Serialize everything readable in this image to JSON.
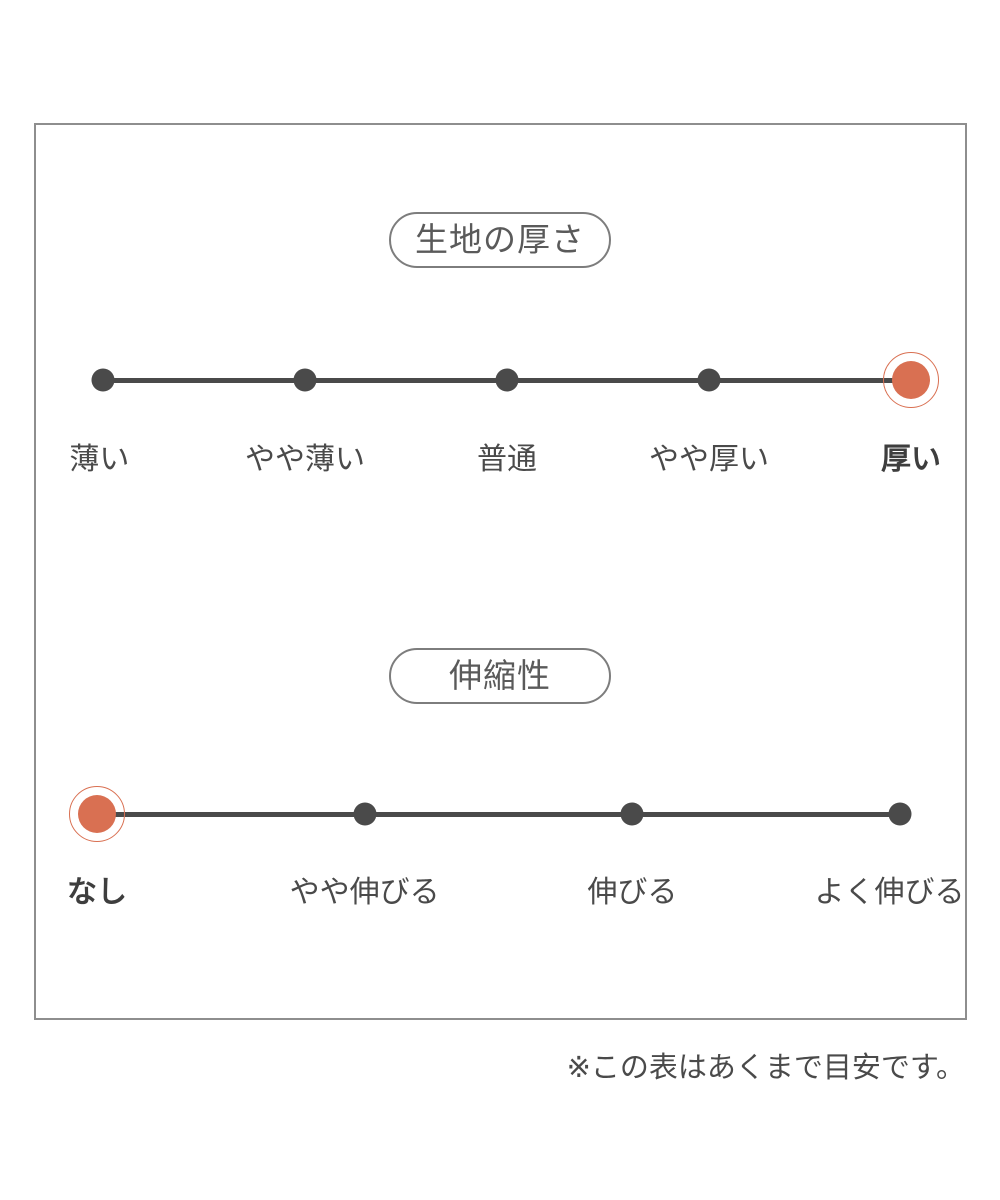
{
  "colors": {
    "accent": "#d97052",
    "dot": "#4a4a4a",
    "text": "#4a4a4a",
    "title_text": "#5a5a5a",
    "pill_border": "#7d7d7d",
    "frame_border": "#8e8e8e",
    "background": "#ffffff"
  },
  "footnote": "※この表はあくまで目安です。",
  "chart_data": [
    {
      "type": "scale",
      "title": "生地の厚さ",
      "categories": [
        "薄い",
        "やや薄い",
        "普通",
        "やや厚い",
        "厚い"
      ],
      "selected": "厚い",
      "selected_index": 4,
      "marker_color": "#d97052",
      "layout": "horizontal dot scale, 5 evenly spaced points, rightmost selected"
    },
    {
      "type": "scale",
      "title": "伸縮性",
      "categories": [
        "なし",
        "やや伸びる",
        "伸びる",
        "よく伸びる"
      ],
      "selected": "なし",
      "selected_index": 0,
      "marker_color": "#d97052",
      "layout": "horizontal dot scale, 4 evenly spaced points, leftmost selected"
    }
  ]
}
